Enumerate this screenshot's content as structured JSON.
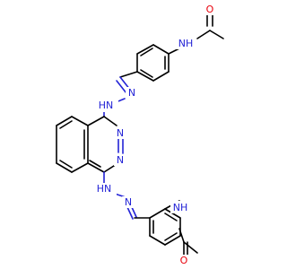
{
  "molecule": {
    "colors": {
      "carbon_bond": "#000000",
      "nitrogen": "#2323d6",
      "oxygen": "#e8000b",
      "background": "#ffffff"
    },
    "labels": {
      "top_o": "O",
      "top_nh": "NH",
      "upper_hydrazone_n": "N",
      "upper_hydrazone_nh": "HN",
      "ring_n1": "N",
      "ring_n2": "N",
      "lower_hydrazone_nh": "HN",
      "lower_hydrazone_n": "N",
      "bottom_nh": "NH",
      "bottom_o": "O"
    }
  }
}
